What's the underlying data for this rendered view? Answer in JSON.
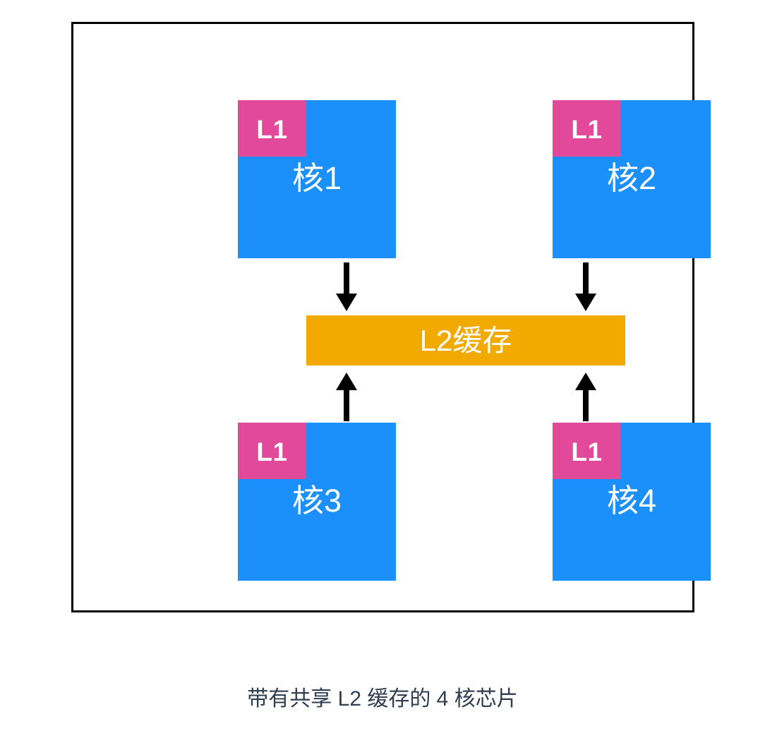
{
  "diagram": {
    "title_caption": "带有共享 L2 缓存的 4 核芯片",
    "frame": {
      "name": "chip-boundary",
      "border_color": "#000000"
    },
    "colors": {
      "core_blue": "#1b90fa",
      "l1_pink": "#e3499b",
      "l2_orange": "#f2a900",
      "arrow_black": "#000000",
      "label_white": "#ffffff",
      "caption_slate": "#2e3d4f",
      "background": "#ffffff"
    },
    "cores": [
      {
        "id": "core-1",
        "label": "核1",
        "cache_label": "L1",
        "position": "top-left"
      },
      {
        "id": "core-2",
        "label": "核2",
        "cache_label": "L1",
        "position": "top-right"
      },
      {
        "id": "core-3",
        "label": "核3",
        "cache_label": "L1",
        "position": "bottom-left"
      },
      {
        "id": "core-4",
        "label": "核4",
        "cache_label": "L1",
        "position": "bottom-right"
      }
    ],
    "shared_cache": {
      "label": "L2缓存",
      "id": "l2-cache"
    },
    "arrows": [
      {
        "id": "arrow-core1-to-l2",
        "direction": "down",
        "from": "核1",
        "to": "L2缓存"
      },
      {
        "id": "arrow-core2-to-l2",
        "direction": "down",
        "from": "核2",
        "to": "L2缓存"
      },
      {
        "id": "arrow-core3-to-l2",
        "direction": "up",
        "from": "核3",
        "to": "L2缓存"
      },
      {
        "id": "arrow-core4-to-l2",
        "direction": "up",
        "from": "核4",
        "to": "L2缓存"
      }
    ]
  }
}
